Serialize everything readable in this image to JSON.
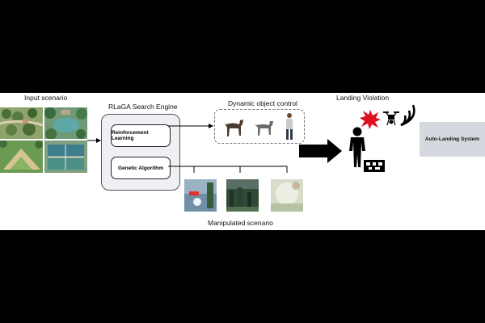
{
  "labels": {
    "input": "Input scenario",
    "engine": "RLaGA Search Engine",
    "rl": "Reinforcement Learning",
    "ga": "Genetic Algorithm",
    "dynamic": "Dynamic object control",
    "violation": "Landing Violation",
    "manipulated": "Manipulated scenario",
    "auto_landing": "Auto-Landing System"
  },
  "icons": [
    "dog-icon",
    "dog-icon",
    "person-icon",
    "person-silhouette-icon",
    "explosion-icon",
    "drone-icon",
    "wifi-icon",
    "landing-marker-icon"
  ],
  "colors": {
    "background": "#000000",
    "panel": "#ffffff",
    "explosion": "#e0101e",
    "system_box": "#d5d8de"
  }
}
